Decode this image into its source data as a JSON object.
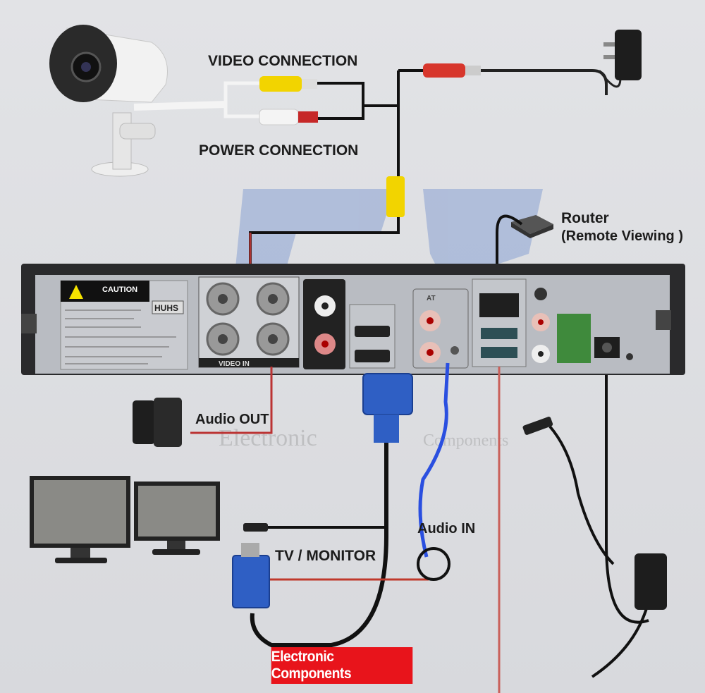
{
  "labels": {
    "video_connection": "VIDEO CONNECTION",
    "power_connection": "POWER CONNECTION",
    "router": "Router",
    "remote_viewing": "(Remote Viewing )",
    "audio_out": "Audio OUT",
    "audio_in": "Audio IN",
    "tv_monitor": "TV / MONITOR"
  },
  "dvr_panel": {
    "caution": "CAUTION",
    "cert_mark": "HUHS",
    "video_in": "VIDEO IN",
    "audio_section": "AT"
  },
  "watermark": {
    "left": "Electronic",
    "right": "Components"
  },
  "banner": "Electronic Components",
  "colors": {
    "banner": "#e8141b",
    "hdmi_vga_blue": "#2f5fc4",
    "audio_wire_blue": "#2a4fe0",
    "power_wire_red": "#c0392b",
    "dvr_body": "#2a2a2c",
    "dvr_panel": "#b9bcc2"
  }
}
